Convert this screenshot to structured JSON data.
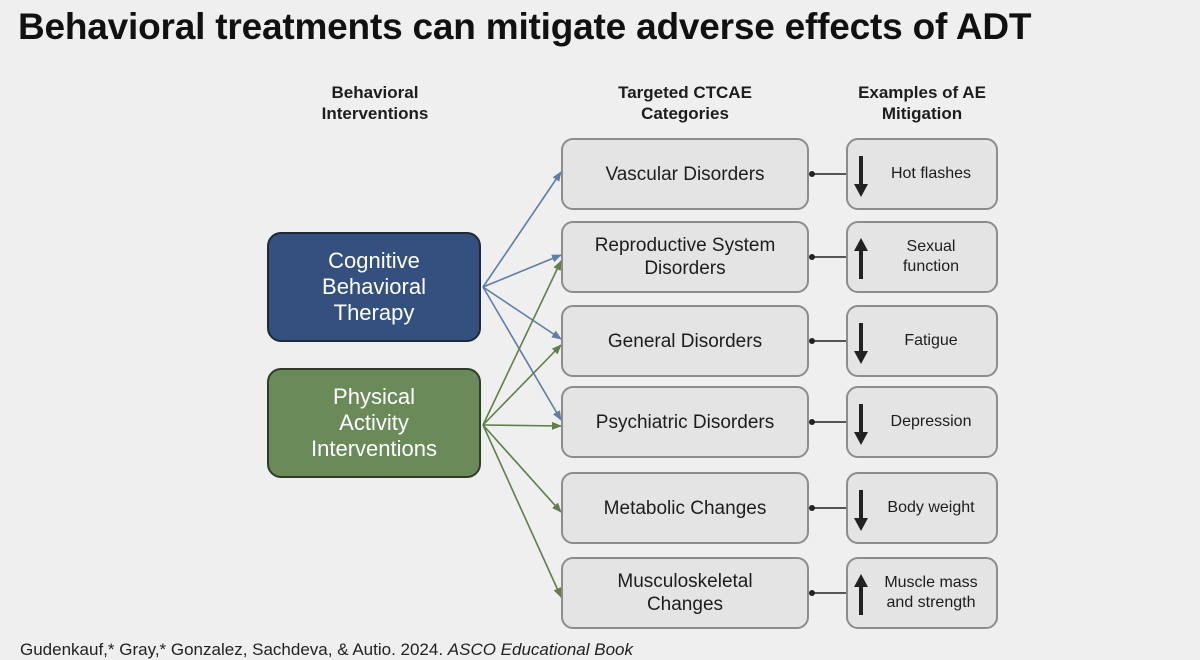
{
  "title": "Behavioral treatments can mitigate adverse effects of ADT",
  "columns": {
    "interventions": [
      "Behavioral",
      "Interventions"
    ],
    "categories": [
      "Targeted CTCAE",
      "Categories"
    ],
    "mitigation": [
      "Examples of AE",
      "Mitigation"
    ]
  },
  "interventions": [
    {
      "lines": [
        "Cognitive",
        "Behavioral",
        "Therapy"
      ],
      "color": "#33507e"
    },
    {
      "lines": [
        "Physical",
        "Activity",
        "Interventions"
      ],
      "color": "#6a8a5a"
    }
  ],
  "categories": [
    {
      "lines": [
        "Vascular Disorders"
      ],
      "direction": "down",
      "effect": [
        "Hot flashes"
      ]
    },
    {
      "lines": [
        "Reproductive System",
        "Disorders"
      ],
      "direction": "up",
      "effect": [
        "Sexual",
        "function"
      ]
    },
    {
      "lines": [
        "General Disorders"
      ],
      "direction": "down",
      "effect": [
        "Fatigue"
      ]
    },
    {
      "lines": [
        "Psychiatric Disorders"
      ],
      "direction": "down",
      "effect": [
        "Depression"
      ]
    },
    {
      "lines": [
        "Metabolic Changes"
      ],
      "direction": "down",
      "effect": [
        "Body weight"
      ]
    },
    {
      "lines": [
        "Musculoskeletal",
        "Changes"
      ],
      "direction": "up",
      "effect": [
        "Muscle mass",
        "and strength"
      ]
    }
  ],
  "links": {
    "cbt": [
      0,
      1,
      2,
      3
    ],
    "pai": [
      1,
      2,
      3,
      4,
      5
    ]
  },
  "colors": {
    "cbt_arrow": "#5c7ea8",
    "pai_arrow": "#5e7f4a"
  },
  "footer": {
    "authors": "Gudenkauf,* Gray,* Gonzalez, Sachdeva, & Autio. 2024. ",
    "source": "ASCO Educational Book"
  }
}
